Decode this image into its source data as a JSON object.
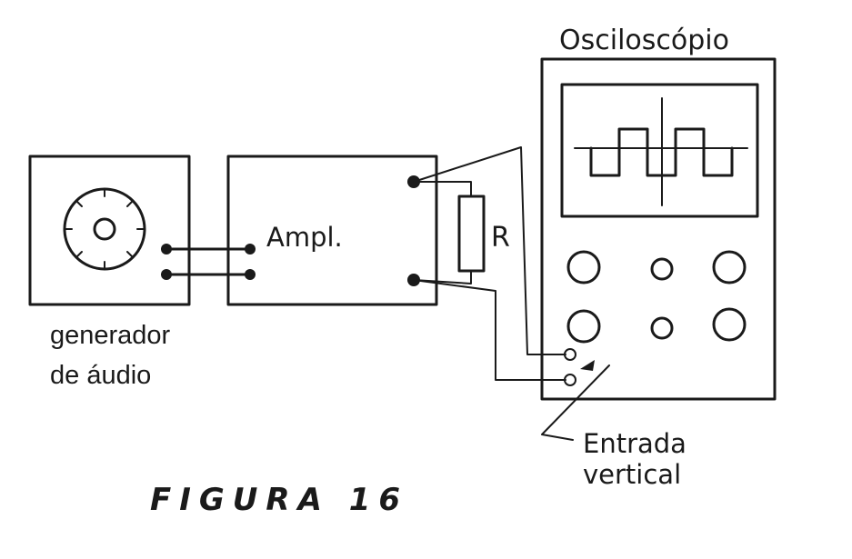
{
  "labels": {
    "oscilloscope": "Osciloscópio",
    "amplifier": "Ampl.",
    "resistor": "R",
    "generator_line1": "generador",
    "generator_line2": "de áudio",
    "input_line1": "Entrada",
    "input_line2": "vertical",
    "figure_caption": "FIGURA 16"
  }
}
